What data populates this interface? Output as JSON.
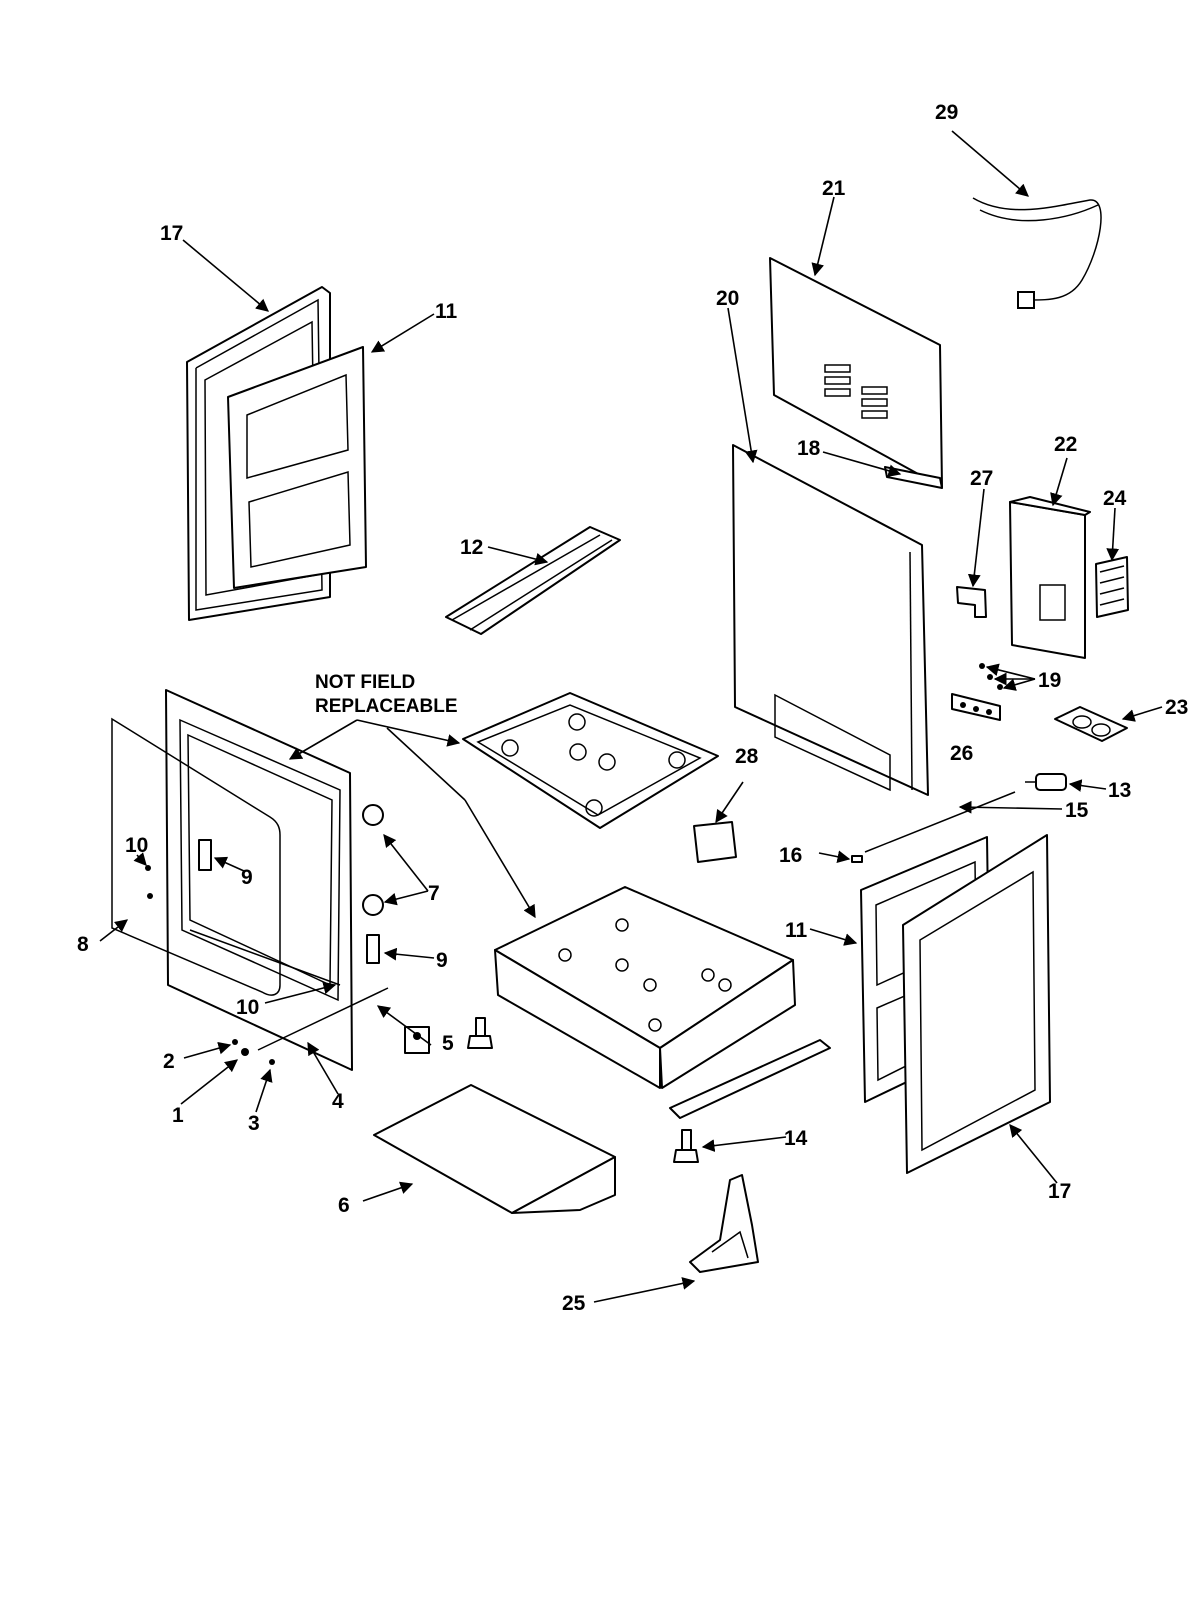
{
  "note": {
    "line1": "NOT FIELD",
    "line2": "REPLACEABLE"
  },
  "callouts": {
    "c1": "1",
    "c2": "2",
    "c3": "3",
    "c4": "4",
    "c5": "5",
    "c6": "6",
    "c7": "7",
    "c8": "8",
    "c9": "9",
    "c10": "10",
    "c11": "11",
    "c12": "12",
    "c13": "13",
    "c14": "14",
    "c15": "15",
    "c16": "16",
    "c17": "17",
    "c18": "18",
    "c19": "19",
    "c20": "20",
    "c21": "21",
    "c22": "22",
    "c23": "23",
    "c24": "24",
    "c25": "25",
    "c26": "26",
    "c27": "27",
    "c28": "28",
    "c29": "29"
  }
}
